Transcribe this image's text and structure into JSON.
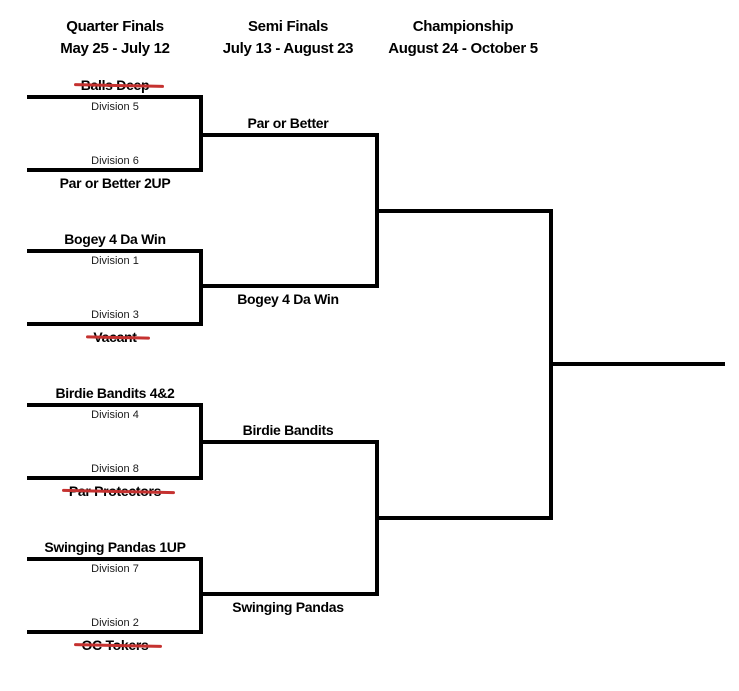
{
  "colors": {
    "line": "#000000",
    "strike": "#c53230",
    "text": "#000000"
  },
  "columns": [
    {
      "title": "Quarter Finals",
      "dates": "May 25 - July 12"
    },
    {
      "title": "Semi Finals",
      "dates": "July 13 - August 23"
    },
    {
      "title": "Championship",
      "dates": "August 24 - October 5"
    }
  ],
  "quarterfinals": [
    {
      "top_team": "Balls Deep",
      "top_eliminated": true,
      "top_division": "Division 5",
      "bottom_division": "Division 6",
      "bottom_team": "Par or Better 2UP",
      "bottom_eliminated": false,
      "winner": "Par or Better"
    },
    {
      "top_team": "Bogey 4 Da Win",
      "top_eliminated": false,
      "top_division": "Division 1",
      "bottom_division": "Division 3",
      "bottom_team": "Vacant",
      "bottom_eliminated": true,
      "winner": "Bogey 4 Da Win"
    },
    {
      "top_team": "Birdie Bandits 4&2",
      "top_eliminated": false,
      "top_division": "Division 4",
      "bottom_division": "Division 8",
      "bottom_team": "Par Protectors",
      "bottom_eliminated": true,
      "winner": "Birdie Bandits"
    },
    {
      "top_team": "Swinging Pandas 1UP",
      "top_eliminated": false,
      "top_division": "Division 7",
      "bottom_division": "Division 2",
      "bottom_team": "OC Tokers",
      "bottom_eliminated": true,
      "winner": "Swinging Pandas"
    }
  ],
  "semifinals": [
    {
      "top_team": "Par or Better",
      "bottom_team": "Bogey 4 Da Win"
    },
    {
      "top_team": "Birdie Bandits",
      "bottom_team": "Swinging Pandas"
    }
  ]
}
